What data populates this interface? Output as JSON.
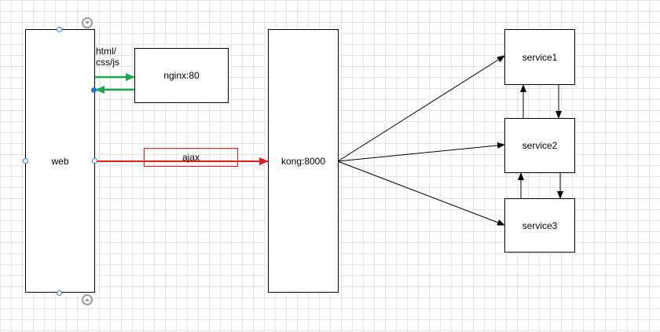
{
  "nodes": {
    "web": "web",
    "nginx": "nginx:80",
    "kong": "kong:8000",
    "service1": "service1",
    "service2": "service2",
    "service3": "service3"
  },
  "edge_labels": {
    "html_css_js_line1": "html/",
    "html_css_js_line2": "css/js",
    "ajax": "ajax"
  },
  "colors": {
    "green_arrow": "#1aa84a",
    "red_arrow": "#e01f1f",
    "black_arrow": "#000000",
    "grid": "#e4e4e4",
    "handle": "#1f78e0"
  },
  "icons": [
    "collapse-up-icon",
    "expand-down-icon"
  ]
}
